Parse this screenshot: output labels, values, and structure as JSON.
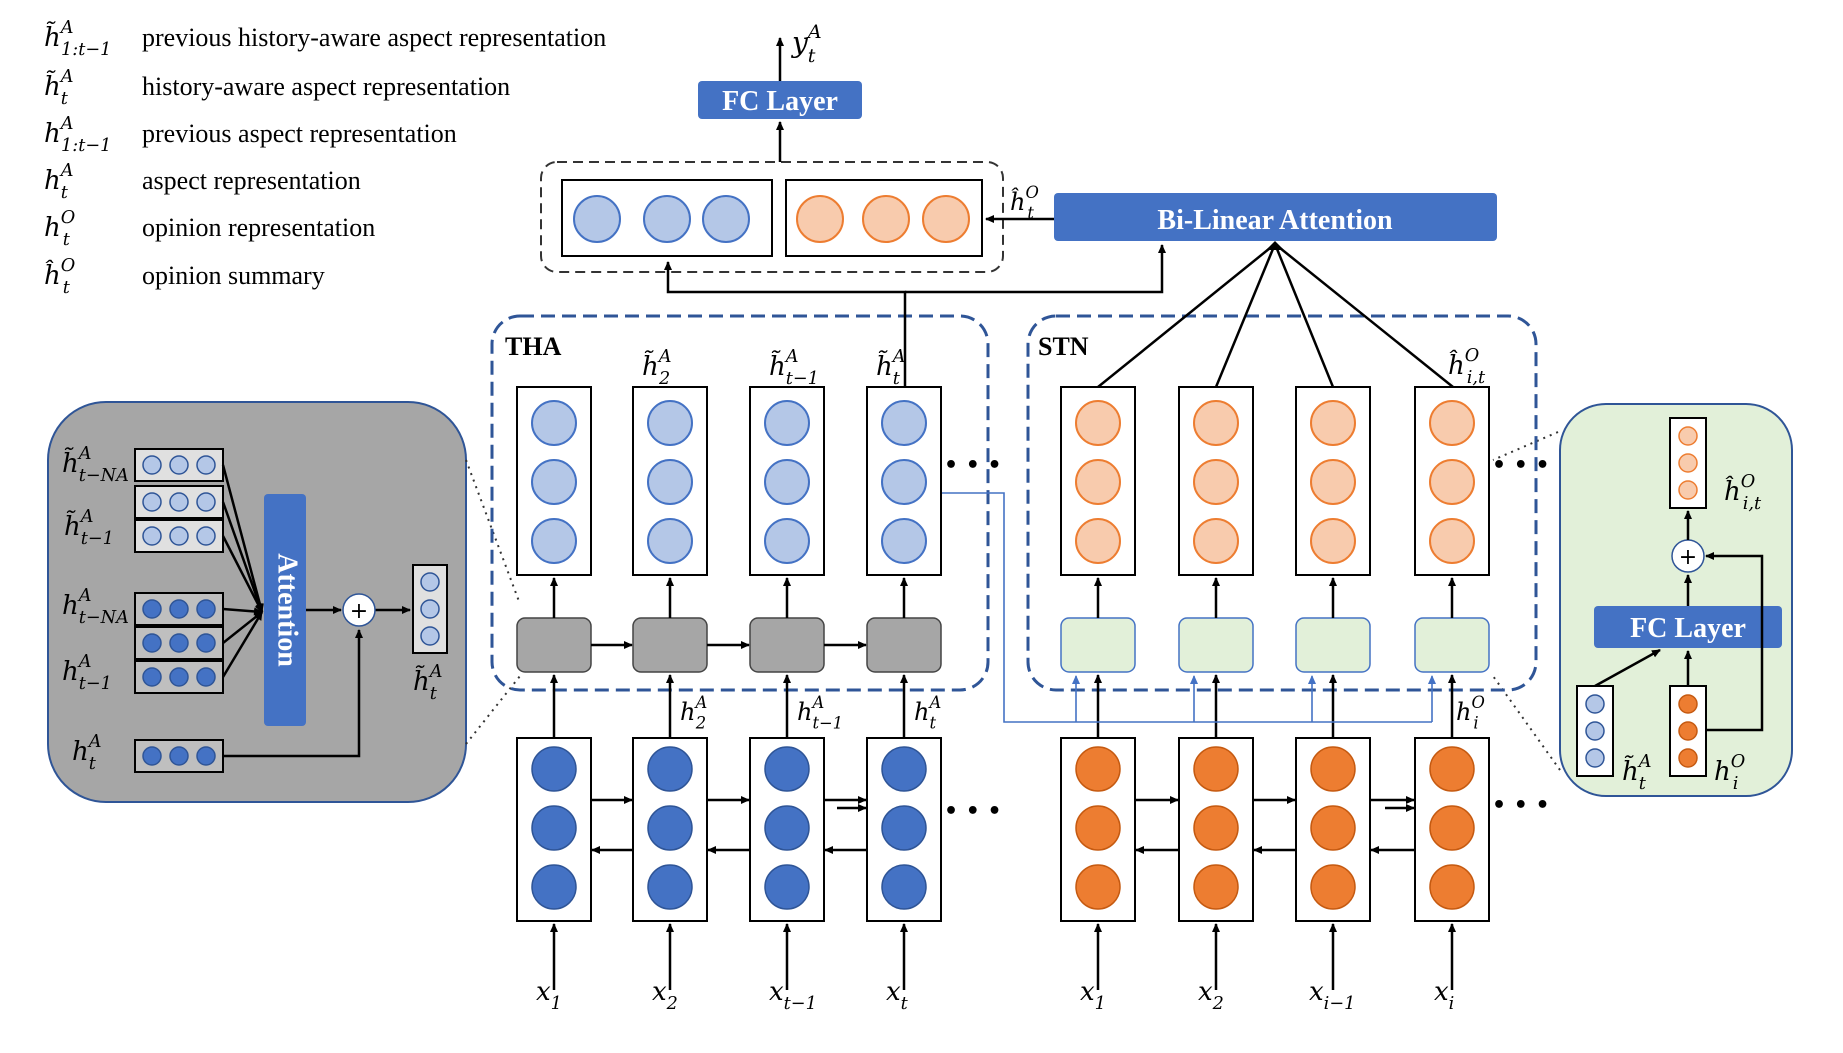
{
  "legend": [
    {
      "symbol": {
        "base": "h̃",
        "sup": "A",
        "sub": "1:t−1"
      },
      "text": "previous history-aware aspect representation"
    },
    {
      "symbol": {
        "base": "h̃",
        "sup": "A",
        "sub": "t"
      },
      "text": "history-aware aspect representation"
    },
    {
      "symbol": {
        "base": "h",
        "sup": "A",
        "sub": "1:t−1"
      },
      "text": "previous aspect representation"
    },
    {
      "symbol": {
        "base": "h",
        "sup": "A",
        "sub": "t"
      },
      "text": "aspect representation"
    },
    {
      "symbol": {
        "base": "h",
        "sup": "O",
        "sub": "t"
      },
      "text": "opinion representation"
    },
    {
      "symbol": {
        "base": "ĥ",
        "sup": "O",
        "sub": "t"
      },
      "text": "opinion summary"
    }
  ],
  "top": {
    "output": {
      "base": "y",
      "sup": "A",
      "sub": "t"
    },
    "fc_layer": "FC Layer",
    "bilinear": "Bi-Linear Attention",
    "opinion_summary": {
      "base": "ĥ",
      "sup": "O",
      "sub": "t"
    }
  },
  "tha": {
    "title": "THA",
    "top_labels": [
      null,
      {
        "base": "h̃",
        "sup": "A",
        "sub": "2"
      },
      {
        "base": "h̃",
        "sup": "A",
        "sub": "t−1"
      },
      {
        "base": "h̃",
        "sup": "A",
        "sub": "t"
      }
    ],
    "mid_labels": [
      null,
      {
        "base": "h",
        "sup": "A",
        "sub": "2"
      },
      {
        "base": "h",
        "sup": "A",
        "sub": "t−1"
      },
      {
        "base": "h",
        "sup": "A",
        "sub": "t"
      }
    ],
    "inputs": [
      {
        "base": "x",
        "sub": "1"
      },
      {
        "base": "x",
        "sub": "2"
      },
      {
        "base": "x",
        "sub": "t−1"
      },
      {
        "base": "x",
        "sub": "t"
      }
    ],
    "ellipsis": "• • •"
  },
  "stn": {
    "title": "STN",
    "top_label": {
      "base": "ĥ",
      "sup": "O",
      "sub": "i,t"
    },
    "mid_label": {
      "base": "h",
      "sup": "O",
      "sub": "i"
    },
    "inputs": [
      {
        "base": "x",
        "sub": "1"
      },
      {
        "base": "x",
        "sub": "2"
      },
      {
        "base": "x",
        "sub": "i−1"
      },
      {
        "base": "x",
        "sub": "i"
      }
    ],
    "ellipsis": "• • •"
  },
  "left_zoom": {
    "attention": "Attention",
    "labels": [
      {
        "base": "h̃",
        "sup": "A",
        "sub": "t−NA"
      },
      {
        "base": "h̃",
        "sup": "A",
        "sub": "t−1"
      },
      {
        "base": "h",
        "sup": "A",
        "sub": "t−NA"
      },
      {
        "base": "h",
        "sup": "A",
        "sub": "t−1"
      },
      {
        "base": "h",
        "sup": "A",
        "sub": "t"
      }
    ],
    "output": {
      "base": "h̃",
      "sup": "A",
      "sub": "t"
    },
    "plus": "+"
  },
  "right_zoom": {
    "fc_layer": "FC Layer",
    "output": {
      "base": "ĥ",
      "sup": "O",
      "sub": "i,t"
    },
    "in1": {
      "base": "h̃",
      "sup": "A",
      "sub": "t"
    },
    "in2": {
      "base": "h",
      "sup": "O",
      "sub": "i"
    },
    "plus": "+"
  },
  "colors": {
    "blue_dark": "#4472C4",
    "blue_light": "#B4C7E7",
    "orange_dark": "#ED7D31",
    "orange_light": "#F8CBAD",
    "gray_cell": "#A6A6A6",
    "green_cell": "#E2F0D9",
    "fc_fill": "#4472C4",
    "dash_border": "#2F5597",
    "left_panel": "#A6A6A6",
    "right_panel": "#E2F0D9"
  }
}
